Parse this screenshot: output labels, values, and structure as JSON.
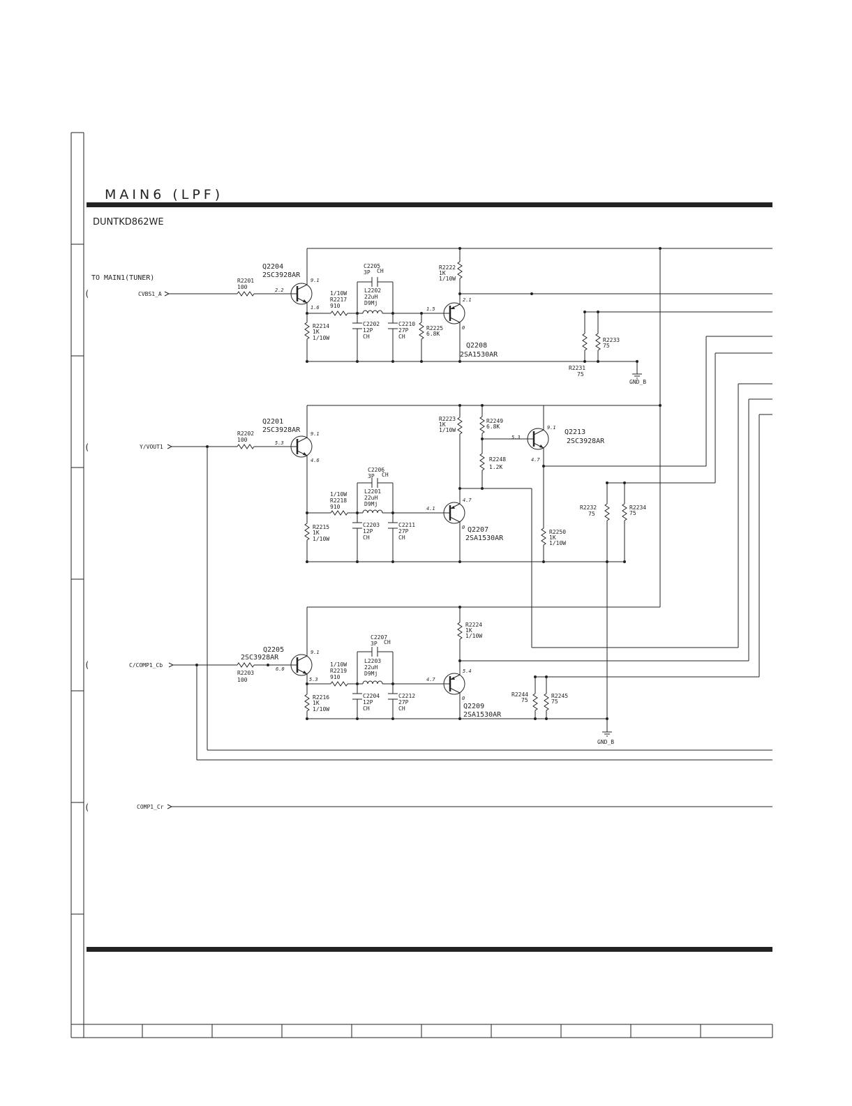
{
  "sheet": {
    "title": "MAIN6 (LPF)",
    "model": "DUNTKD862WE"
  },
  "signals": {
    "source": "TO MAIN1(TUNER)",
    "cvbs": "CVBS1_A",
    "yvout": "Y/VOUT1",
    "cb": "C/COMP1_Cb",
    "cr": "COMP1_Cr"
  },
  "ground_labels": {
    "gnd1": "GND_B",
    "gnd2": "GND_B"
  },
  "components": {
    "q2204": {
      "ref": "Q2204",
      "part": "2SC3928AR"
    },
    "q2208": {
      "ref": "Q2208",
      "part": "2SA1530AR"
    },
    "q2201": {
      "ref": "Q2201",
      "part": "2SC3928AR"
    },
    "q2213": {
      "ref": "Q2213",
      "part": "2SC3928AR"
    },
    "q2207": {
      "ref": "Q2207",
      "part": "2SA1530AR"
    },
    "q2205": {
      "ref": "Q2205",
      "part": "2SC3928AR"
    },
    "q2209": {
      "ref": "Q2209",
      "part": "2SA1530AR"
    },
    "r2201": {
      "ref": "R2201",
      "val": "100"
    },
    "r2202": {
      "ref": "R2202",
      "val": "100"
    },
    "r2203": {
      "ref": "R2203",
      "val": "100"
    },
    "r2217": {
      "ref": "R2217",
      "val": "910",
      "rating": "1/10W"
    },
    "r2218": {
      "ref": "R2218",
      "val": "910",
      "rating": "1/10W"
    },
    "r2219": {
      "ref": "R2219",
      "val": "910",
      "rating": "1/10W"
    },
    "r2214": {
      "ref": "R2214",
      "val": "1K",
      "rating": "1/10W"
    },
    "r2215": {
      "ref": "R2215",
      "val": "1K",
      "rating": "1/10W"
    },
    "r2216": {
      "ref": "R2216",
      "val": "1K",
      "rating": "1/10W"
    },
    "r2222": {
      "ref": "R2222",
      "val": "1K",
      "rating": "1/10W"
    },
    "r2223": {
      "ref": "R2223",
      "val": "1K",
      "rating": "1/10W"
    },
    "r2224": {
      "ref": "R2224",
      "val": "1K",
      "rating": "1/10W"
    },
    "r2225": {
      "ref": "R2225",
      "val": "6.8K"
    },
    "r2249": {
      "ref": "R2249",
      "val": "6.8K"
    },
    "r2248": {
      "ref": "R2248",
      "val": "1.2K"
    },
    "r2250": {
      "ref": "R2250",
      "val": "1K",
      "rating": "1/10W"
    },
    "r2231": {
      "ref": "R2231",
      "val": "75"
    },
    "r2233": {
      "ref": "R2233",
      "val": "75"
    },
    "r2232": {
      "ref": "R2232",
      "val": "75"
    },
    "r2234": {
      "ref": "R2234",
      "val": "75"
    },
    "r2244": {
      "ref": "R2244",
      "val": "75"
    },
    "r2245": {
      "ref": "R2245",
      "val": "75"
    },
    "c2205": {
      "ref": "C2205",
      "val": "3P",
      "type": "CH"
    },
    "c2206": {
      "ref": "C2206",
      "val": "3P",
      "type": "CH"
    },
    "c2207": {
      "ref": "C2207",
      "val": "3P",
      "type": "CH"
    },
    "c2202": {
      "ref": "C2202",
      "val": "12P",
      "type": "CH"
    },
    "c2203": {
      "ref": "C2203",
      "val": "12P",
      "type": "CH"
    },
    "c2204": {
      "ref": "C2204",
      "val": "12P",
      "type": "CH"
    },
    "c2210": {
      "ref": "C2210",
      "val": "27P",
      "type": "CH"
    },
    "c2211": {
      "ref": "C2211",
      "val": "27P",
      "type": "CH"
    },
    "c2212": {
      "ref": "C2212",
      "val": "27P",
      "type": "CH"
    },
    "l2201": {
      "ref": "L2201",
      "val": "22uH",
      "part": "D9Mj"
    },
    "l2202": {
      "ref": "L2202",
      "val": "22uH",
      "part": "D9Mj"
    },
    "l2203": {
      "ref": "L2203",
      "val": "22uH",
      "part": "D9Mj"
    }
  },
  "voltages": {
    "q2204_c": "9.1",
    "q2204_b": "2.2",
    "q2204_e": "1.6",
    "q2208_b": "1.5",
    "q2208_e": "2.1",
    "q2208_c": "0",
    "q2201_c": "9.1",
    "q2201_b": "5.3",
    "q2201_e": "4.6",
    "q2213_c": "9.1",
    "q2213_b": "5.3",
    "q2213_e": "4.7",
    "q2207_b": "4.1",
    "q2207_e": "4.7",
    "q2207_c": "0",
    "q2205_c": "9.1",
    "q2205_b": "6.0",
    "q2205_e": "5.3",
    "q2209_b": "4.7",
    "q2209_e": "5.4",
    "q2209_c": "0"
  }
}
